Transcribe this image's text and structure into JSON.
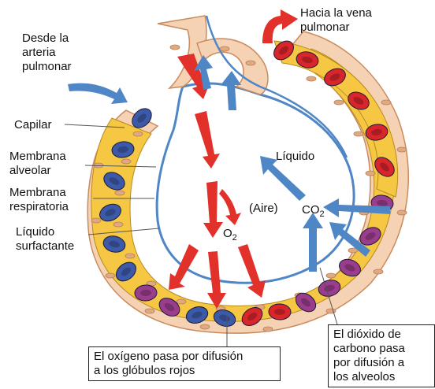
{
  "labels": {
    "desde": [
      "Desde la",
      "arteria",
      "pulmonar"
    ],
    "hacia": [
      "Hacia la vena",
      "pulmonar"
    ],
    "capilar": "Capilar",
    "membrana_alveolar": [
      "Membrana",
      "alveolar"
    ],
    "membrana_respiratoria": [
      "Membrana",
      "respiratoria"
    ],
    "liquido_surfactante": [
      "Líquido",
      "surfactante"
    ],
    "liquido": "Líquido",
    "aire": "(Aire)",
    "co2_main": "CO",
    "co2_sub": "2",
    "o2_main": "O",
    "o2_sub": "2"
  },
  "boxes": {
    "oxigeno": [
      "El oxígeno pasa por difusión",
      "a los glóbulos rojos"
    ],
    "dioxido": [
      "El dióxido de",
      "carbono pasa",
      "por difusión a",
      "los alveolos"
    ]
  },
  "colors": {
    "tissue": "#f5d2b4",
    "plasma": "#f6c742",
    "oxygenated_cell": "#d8262c",
    "deoxygenated_cell": "#3d5aa8",
    "transition_cell": "#9a3d8c",
    "oxygen_arrow": "#e2302a",
    "co2_arrow": "#4f86c6",
    "fluid_line": "#4f86c6"
  }
}
